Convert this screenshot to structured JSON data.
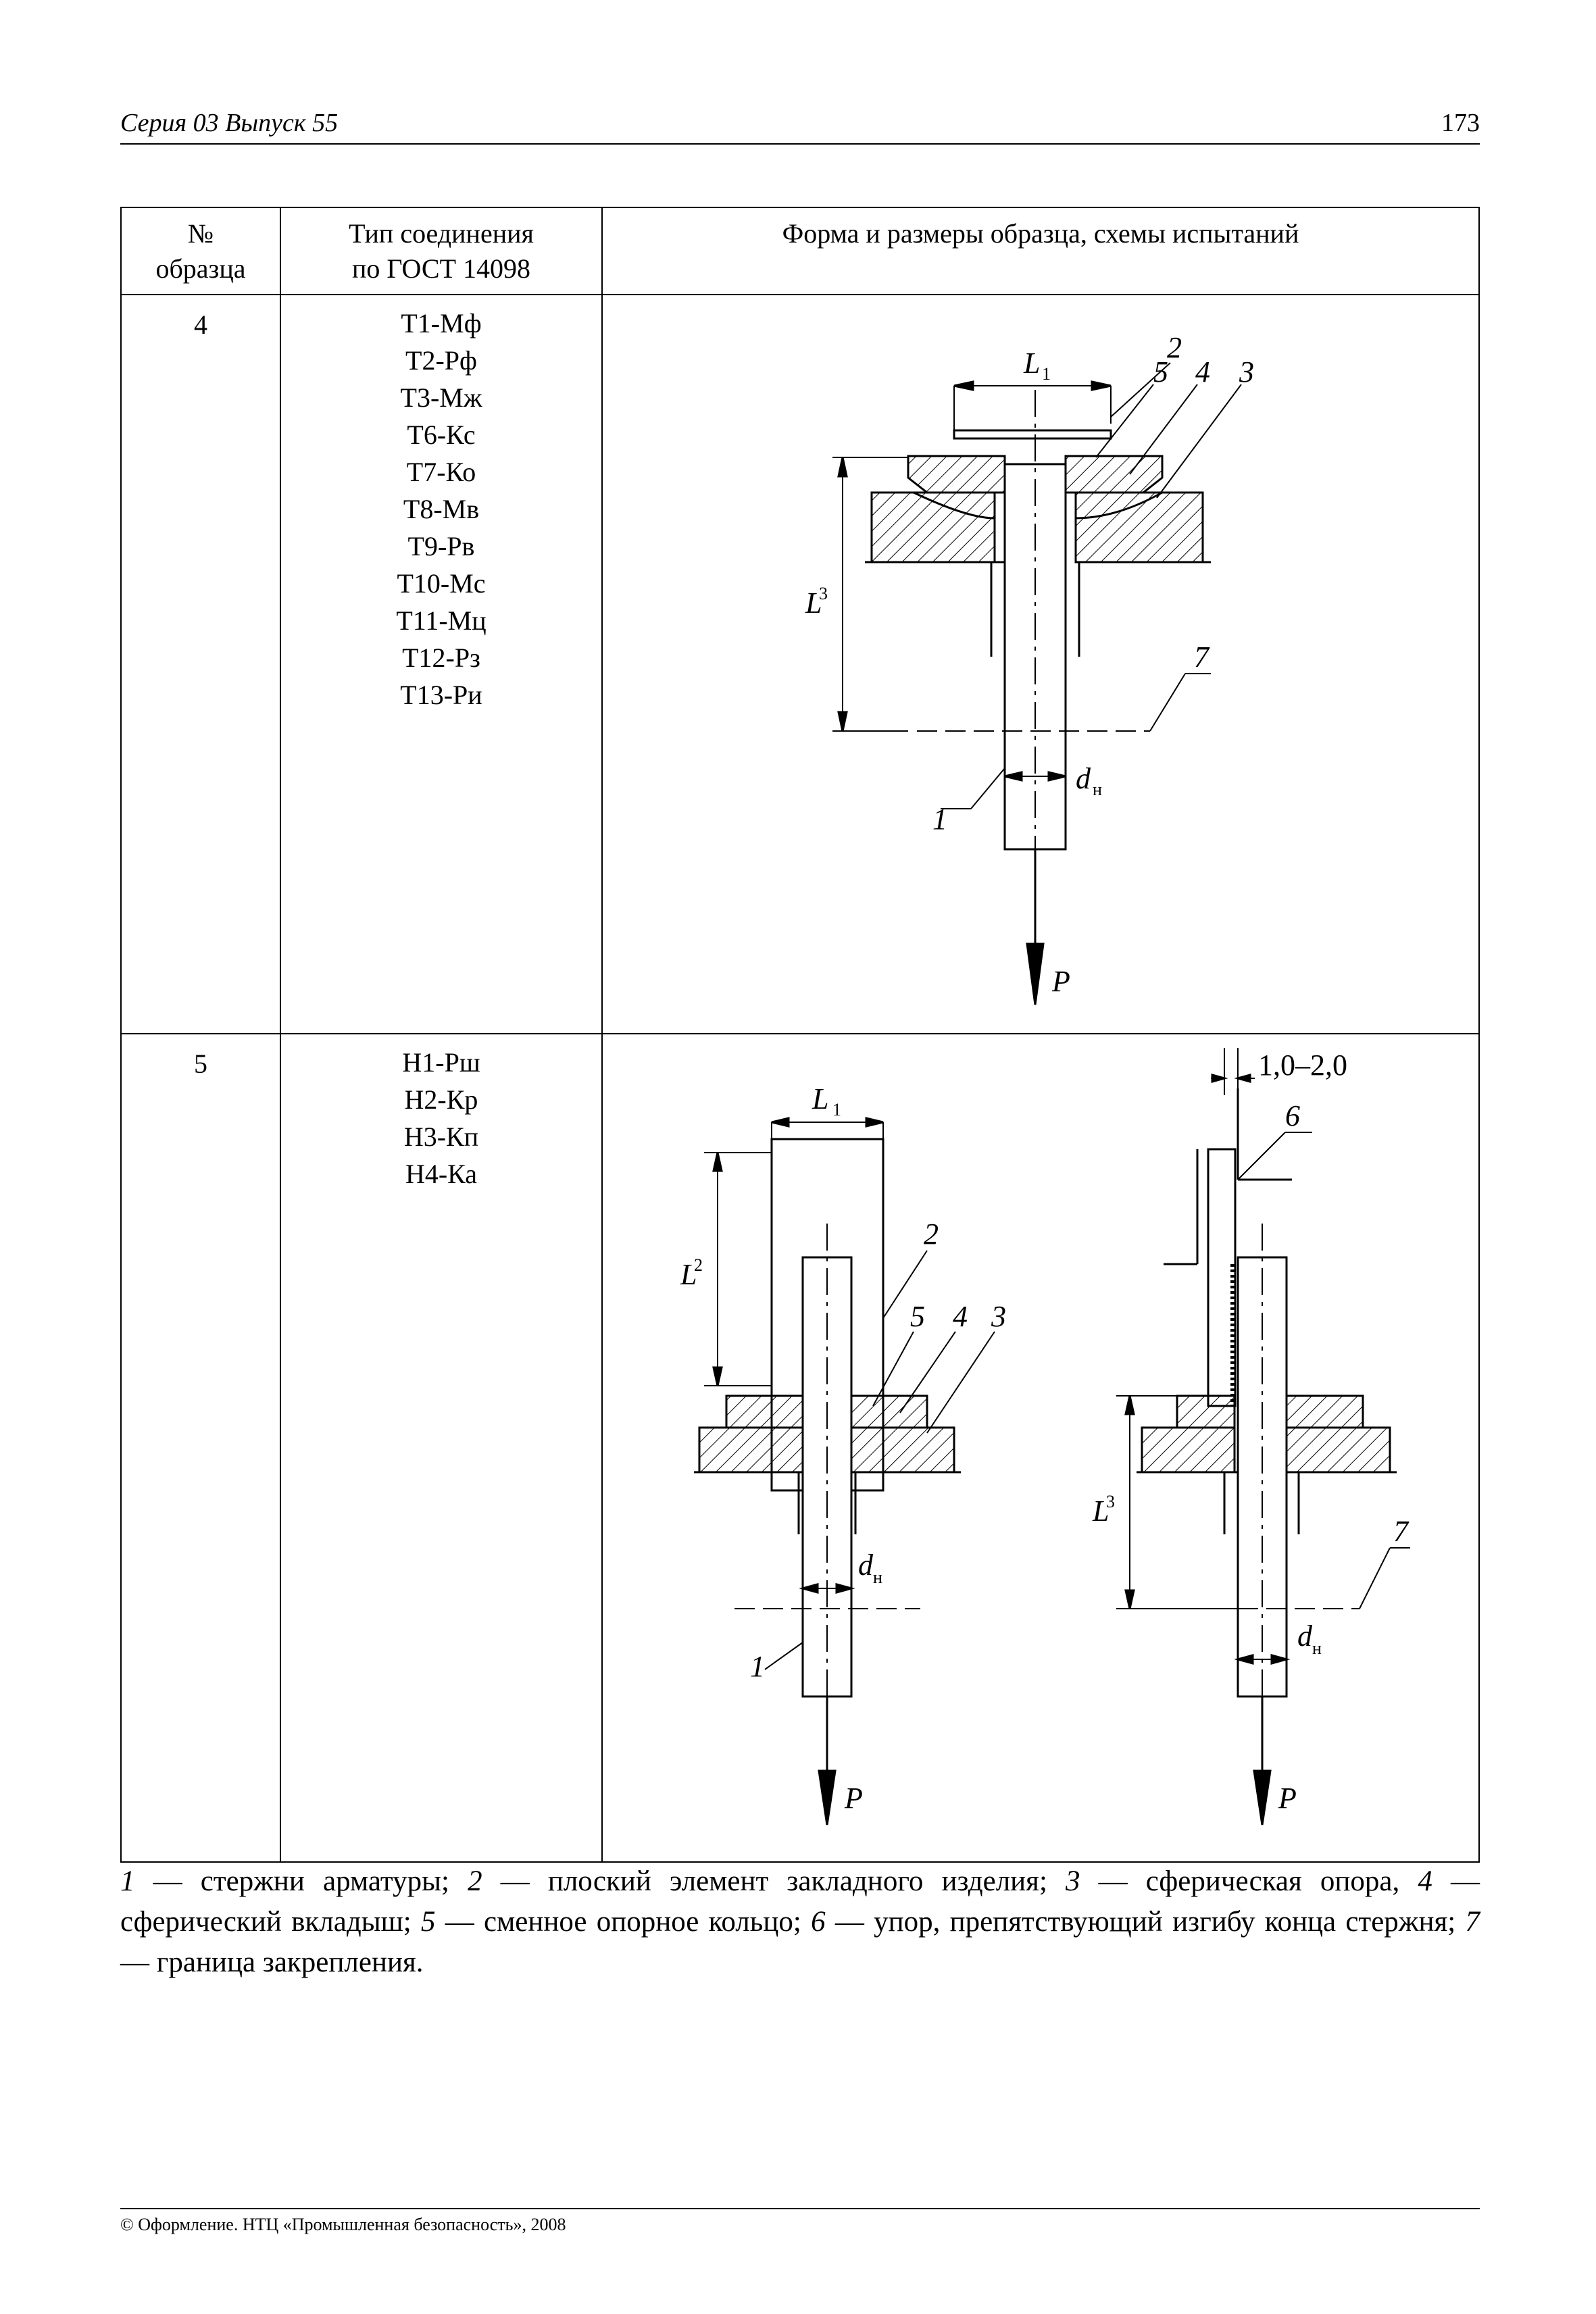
{
  "header": {
    "series": "Серия 03 Выпуск 55",
    "page_number": "173"
  },
  "table": {
    "columns": [
      "№ образца",
      "Тип соединения по ГОСТ 14098",
      "Форма и размеры образца, схемы испытаний"
    ],
    "col1_line1": "№",
    "col1_line2": "образца",
    "col2_line1": "Тип соединения",
    "col2_line2": "по ГОСТ 14098",
    "col3": "Форма и размеры образца, схемы испытаний",
    "rows": [
      {
        "number": "4",
        "types": [
          "Т1-Мф",
          "Т2-Рф",
          "Т3-Мж",
          "Т6-Кс",
          "Т7-Ко",
          "Т8-Мв",
          "Т9-Рв",
          "Т10-Мс",
          "Т11-Мц",
          "Т12-Рз",
          "Т13-Ри"
        ]
      },
      {
        "number": "5",
        "types": [
          "Н1-Рш",
          "Н2-Кр",
          "Н3-Кп",
          "Н4-Ка"
        ]
      }
    ]
  },
  "figure_labels": {
    "n1": "1",
    "n2": "2",
    "n3": "3",
    "n4": "4",
    "n5": "5",
    "n6": "6",
    "n7": "7",
    "L": "L",
    "sub1": "1",
    "sub2": "2",
    "sub3": "3",
    "d": "d",
    "subn": "н",
    "P": "P",
    "gap": "1,0–2,0"
  },
  "legend": {
    "i1": "1",
    "t1": " — стержни арматуры; ",
    "i2": "2",
    "t2": " — плоский элемент закладного изделия; ",
    "i3": "3",
    "t3": " — сферическая опора, ",
    "i4": "4",
    "t4": " — сферический вкладыш; ",
    "i5": "5",
    "t5": " — сменное опорное кольцо; ",
    "i6": "6",
    "t6": " — упор, препятствующий изгибу конца стержня; ",
    "i7": "7",
    "t7": " — граница закрепления."
  },
  "footer": "© Оформление. НТЦ «Промышленная безопасность», 2008"
}
